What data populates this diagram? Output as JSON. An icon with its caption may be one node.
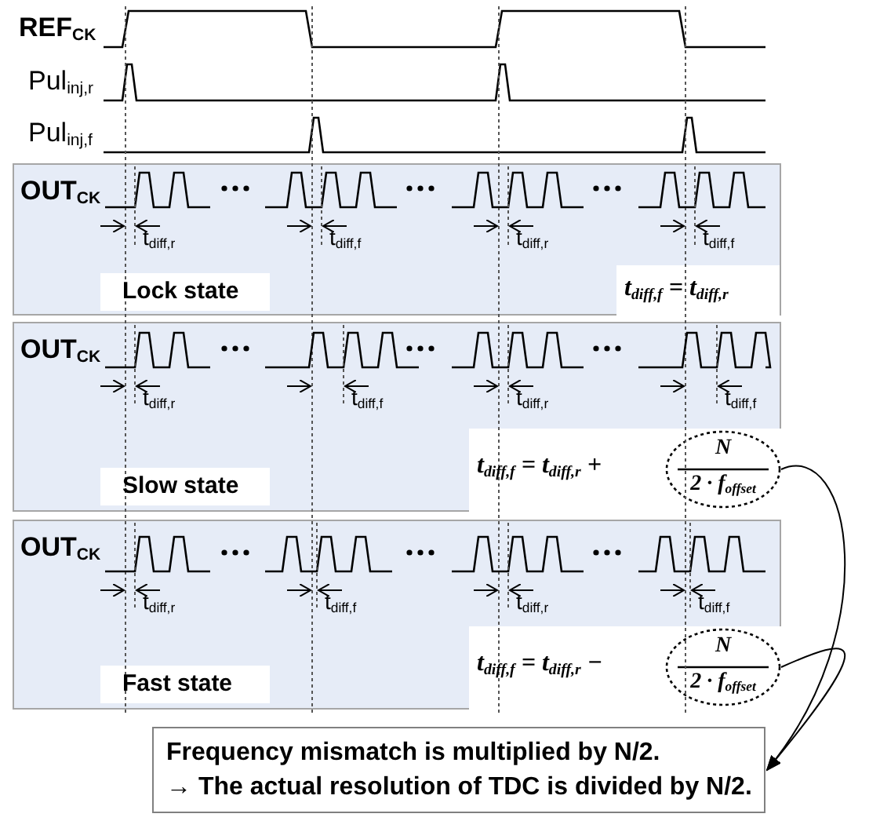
{
  "diagram": {
    "nodes": [
      {
        "text": [
          "OUT$_{CK}$"
        ]
      },
      {
        "text": [
          "Lock state"
        ],
        "in": 0
      },
      {
        "text": [
          "t$_{diff,f}$ = t$_{diff,r}$"
        ],
        "in": 0
      },
      {
        "text": [
          "OUT$_{CK}$"
        ]
      },
      {
        "text": [
          "Slow state"
        ],
        "in": 3
      },
      {
        "text": [
          "t$_{diff,f}$ = t$_{diff,r}$ +"
        ],
        "in": 3
      },
      {
        "text": [
          "N",
          "2 · f$_{offset}$"
        ],
        "in": 5
      },
      {
        "text": [
          "OUT$_{CK}$"
        ]
      },
      {
        "text": [
          "Fast state"
        ],
        "in": 7
      },
      {
        "text": [
          "t$_{diff,f}$ = t$_{diff,r}$ −"
        ],
        "in": 7
      },
      {
        "text": [
          "N",
          "2 · f$_{offset}$"
        ],
        "in": 9
      },
      {
        "text": [
          "Frequency mismatch is multiplied by N/2.",
          "→ The actual resolution of TDC is divided by N/2."
        ]
      }
    ],
    "edges": [
      {
        "from": 6,
        "to": 11,
        "arrow": "to"
      },
      {
        "from": 10,
        "to": 11,
        "arrow": "to"
      }
    ],
    "labels": [
      "REF$_{CK}$",
      "Pul$_{inj,r}$",
      "Pul$_{inj,f}$",
      "t$_{diff,r}$",
      "t$_{diff,f}$",
      "t$_{diff,r}$",
      "t$_{diff,f}$",
      "t$_{diff,r}$",
      "t$_{diff,f}$",
      "t$_{diff,r}$",
      "t$_{diff,f}$",
      "t$_{diff,r}$",
      "t$_{diff,f}$",
      "t$_{diff,r}$",
      "t$_{diff,f}$"
    ]
  }
}
